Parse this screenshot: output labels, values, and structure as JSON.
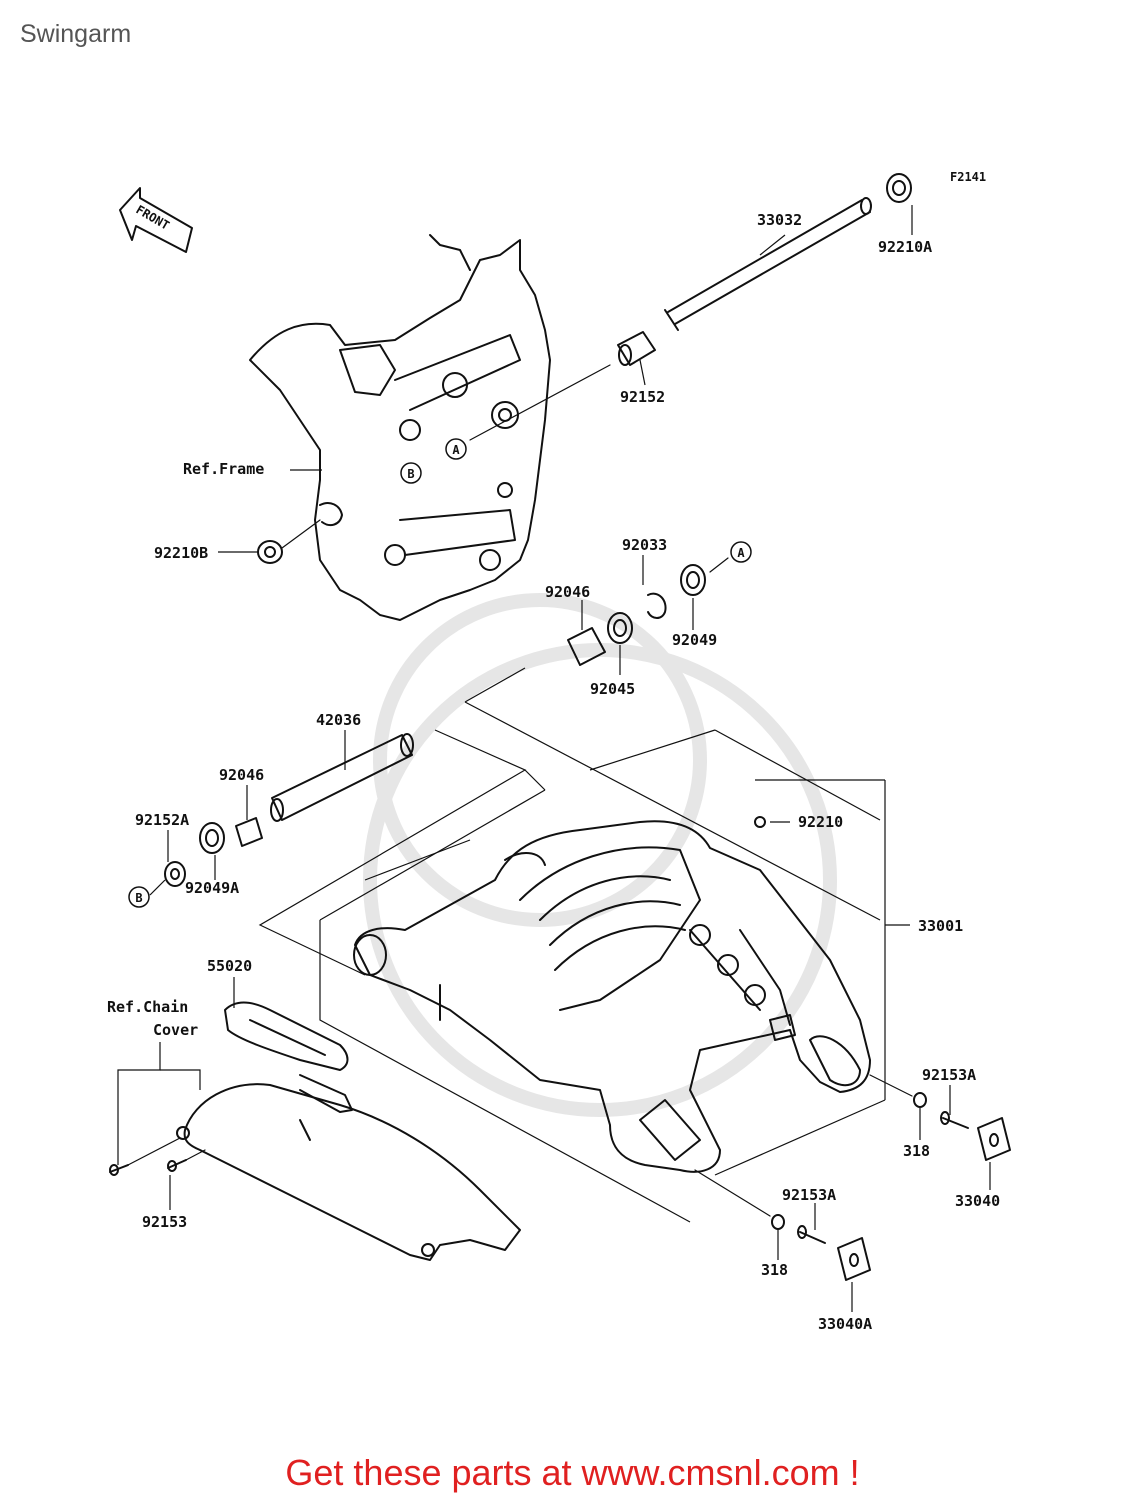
{
  "page": {
    "title": "Swingarm",
    "footer": "Get these parts at www.cmsnl.com !"
  },
  "diagram": {
    "figure_code": "F2141",
    "front_label": "FRONT",
    "callout_a": "A",
    "callout_b": "B",
    "parts": {
      "p33032": "33032",
      "p92210A": "92210A",
      "p92152": "92152",
      "ref_frame": "Ref.Frame",
      "p92210B": "92210B",
      "p92033": "92033",
      "p92046_top": "92046",
      "p92049": "92049",
      "p92045": "92045",
      "p42036": "42036",
      "p92046_left": "92046",
      "p92152A": "92152A",
      "p92049A": "92049A",
      "p92210": "92210",
      "p33001": "33001",
      "p55020": "55020",
      "ref_chain": "Ref.Chain",
      "cover": "Cover",
      "p92153": "92153",
      "p92153A_right": "92153A",
      "p318_right": "318",
      "p33040": "33040",
      "p92153A_bottom": "92153A",
      "p318_bottom": "318",
      "p33040A": "33040A"
    }
  },
  "colors": {
    "line": "#111111",
    "footer": "#e02020",
    "title": "#555555",
    "watermark": "#e6e6e6"
  }
}
